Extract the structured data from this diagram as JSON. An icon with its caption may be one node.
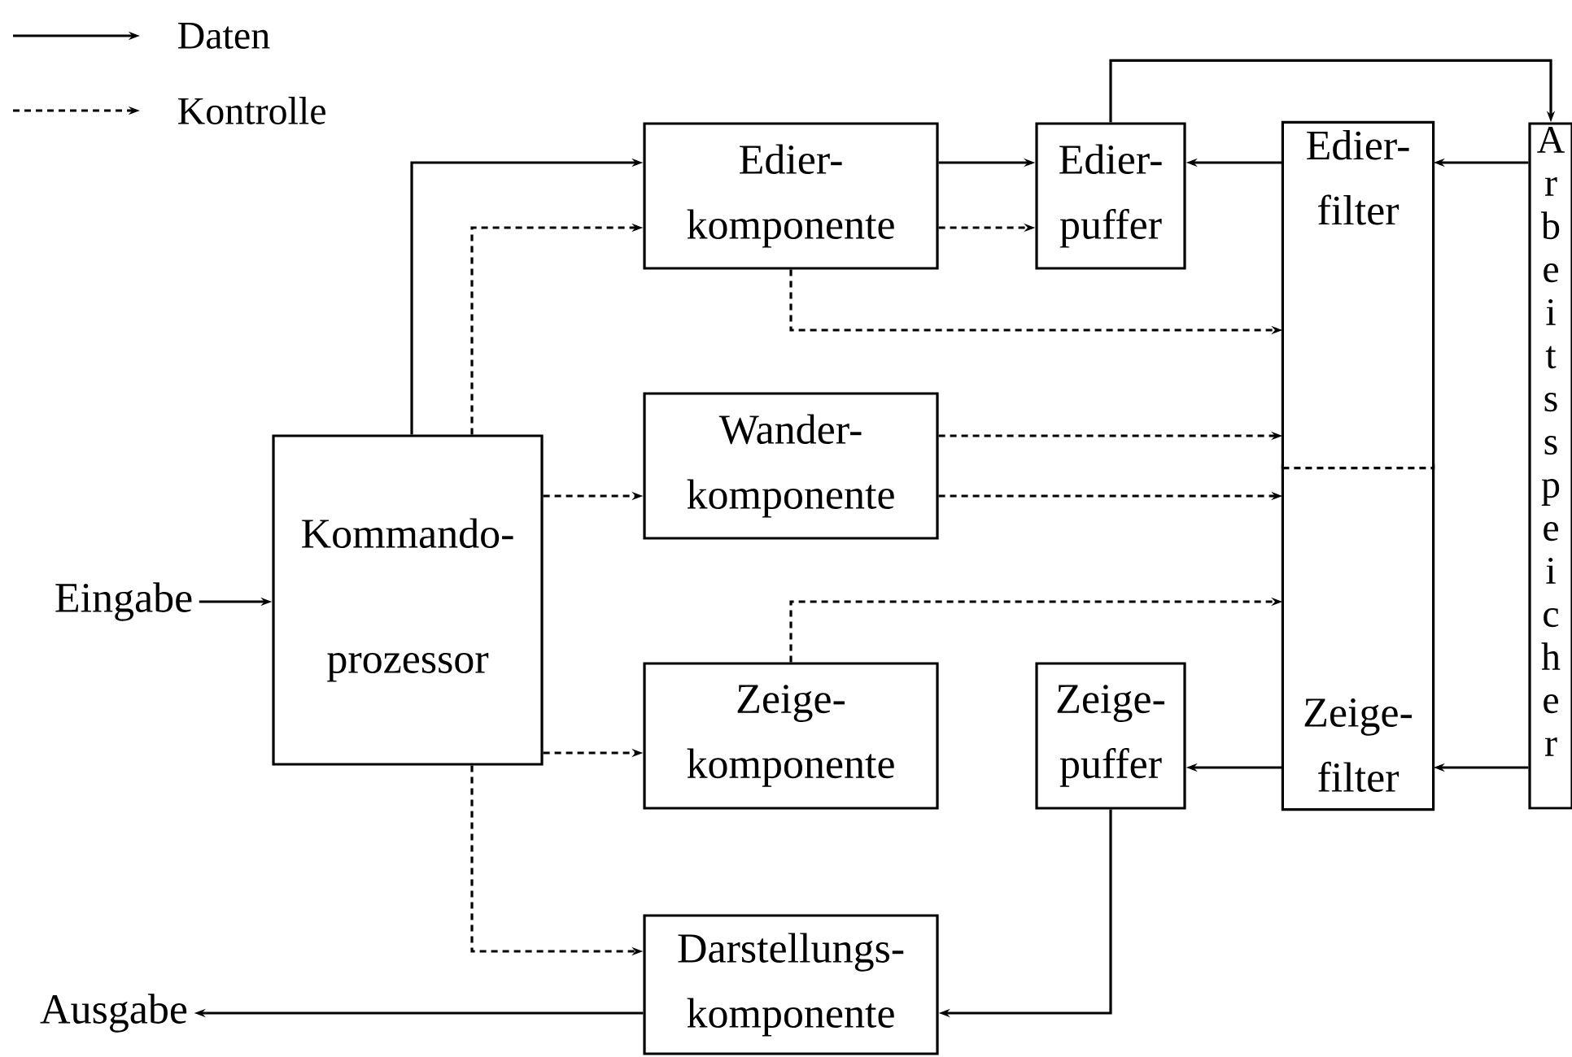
{
  "diagram": {
    "nodes": [
      {
        "text": [
          "Kommando- prozessor"
        ]
      },
      {
        "text": [
          "Edier- komponente"
        ]
      },
      {
        "text": [
          "Edier- puffer"
        ]
      },
      {
        "text": [
          "Edier- filter"
        ]
      },
      {
        "text": [
          "Arbeitsspeicher"
        ]
      },
      {
        "text": [
          "Wander- komponente"
        ]
      },
      {
        "text": [
          "Zeige- komponente"
        ]
      },
      {
        "text": [
          "Zeige- puffer"
        ]
      },
      {
        "text": [
          "Zeige- filter"
        ]
      },
      {
        "text": [
          "Darstellungs- komponente"
        ]
      },
      {
        "text": [
          "Eingabe"
        ]
      },
      {
        "text": [
          "Ausgabe"
        ]
      }
    ],
    "edges": [
      {
        "from": 10,
        "to": 0,
        "arrow": "to"
      },
      {
        "from": 0,
        "to": 1,
        "arrow": "to"
      },
      {
        "from": 0,
        "to": 1,
        "arrow": "to",
        "style": "dashed"
      },
      {
        "from": 0,
        "to": 5,
        "arrow": "to",
        "style": "dashed"
      },
      {
        "from": 0,
        "to": 6,
        "arrow": "to",
        "style": "dashed"
      },
      {
        "from": 0,
        "to": 9,
        "arrow": "to",
        "style": "dashed"
      },
      {
        "from": 9,
        "to": 11,
        "arrow": "to"
      },
      {
        "from": 1,
        "to": 2,
        "arrow": "to"
      },
      {
        "from": 1,
        "to": 2,
        "arrow": "to",
        "style": "dashed"
      },
      {
        "from": 3,
        "to": 2,
        "arrow": "to"
      },
      {
        "from": 4,
        "to": 3,
        "arrow": "to"
      },
      {
        "from": 2,
        "to": 4,
        "arrow": "to"
      },
      {
        "from": 1,
        "to": 3,
        "arrow": "to",
        "style": "dashed"
      },
      {
        "from": 5,
        "to": 3,
        "arrow": "to",
        "style": "dashed"
      },
      {
        "from": 5,
        "to": 8,
        "arrow": "to",
        "style": "dashed"
      },
      {
        "from": 6,
        "to": 8,
        "arrow": "to",
        "style": "dashed"
      },
      {
        "from": 8,
        "to": 7,
        "arrow": "to"
      },
      {
        "from": 4,
        "to": 8,
        "arrow": "to"
      },
      {
        "from": 7,
        "to": 9,
        "arrow": "to"
      }
    ],
    "legend": [
      {
        "text": "Daten"
      },
      {
        "text": "Kontrolle"
      }
    ]
  }
}
